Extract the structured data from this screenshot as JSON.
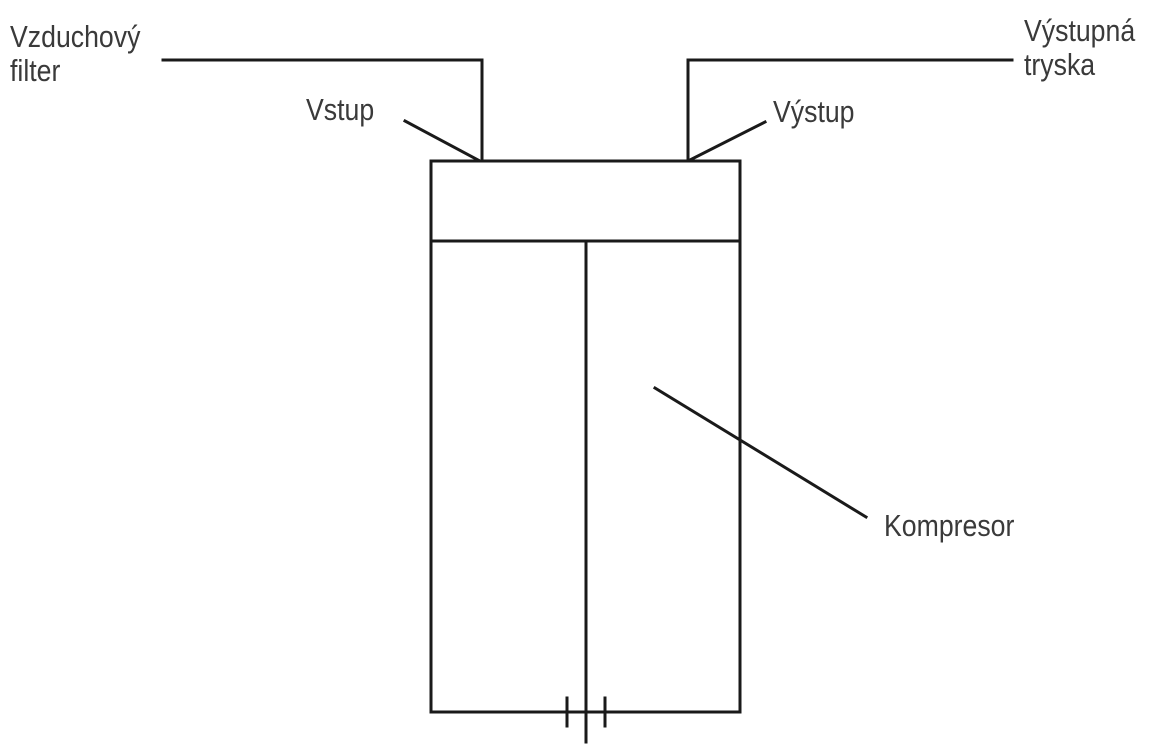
{
  "labels": {
    "air_filter": [
      "Vzduchový",
      "filter"
    ],
    "inlet": "Vstup",
    "outlet": "Výstup",
    "output_nozzle": [
      "Výstupná",
      "tryska"
    ],
    "compressor": "Kompresor"
  },
  "colors": {
    "stroke": "#1a1a1a",
    "text": "#3a3a3a",
    "background": "#ffffff"
  }
}
